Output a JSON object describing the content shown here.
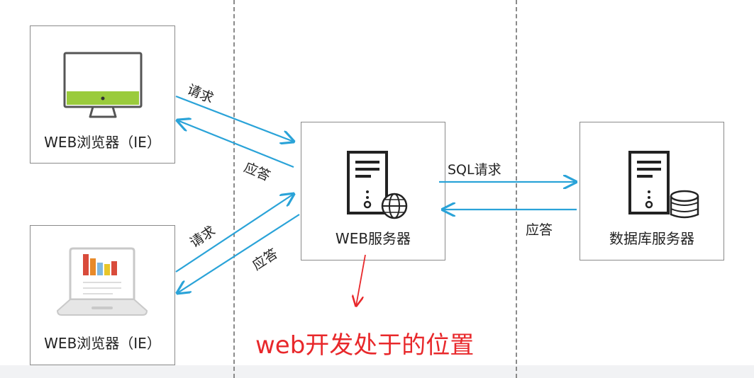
{
  "nodes": {
    "browser_desktop": "WEB浏览器（IE）",
    "browser_laptop": "WEB浏览器（IE）",
    "web_server": "WEB服务器",
    "db_server": "数据库服务器"
  },
  "flows": {
    "top_request": "请求",
    "top_response": "应答",
    "bottom_request": "请求",
    "bottom_response": "应答",
    "sql_request": "SQL请求",
    "db_response": "应答"
  },
  "annotation": "web开发处于的位置",
  "colors": {
    "arrow": "#2aa3d8",
    "annotation": "#e8282b",
    "monitor_accent": "#9acb3c",
    "box_border": "#8a8a8a"
  },
  "icons": [
    "monitor-icon",
    "laptop-chart-icon",
    "server-globe-icon",
    "server-database-icon"
  ]
}
